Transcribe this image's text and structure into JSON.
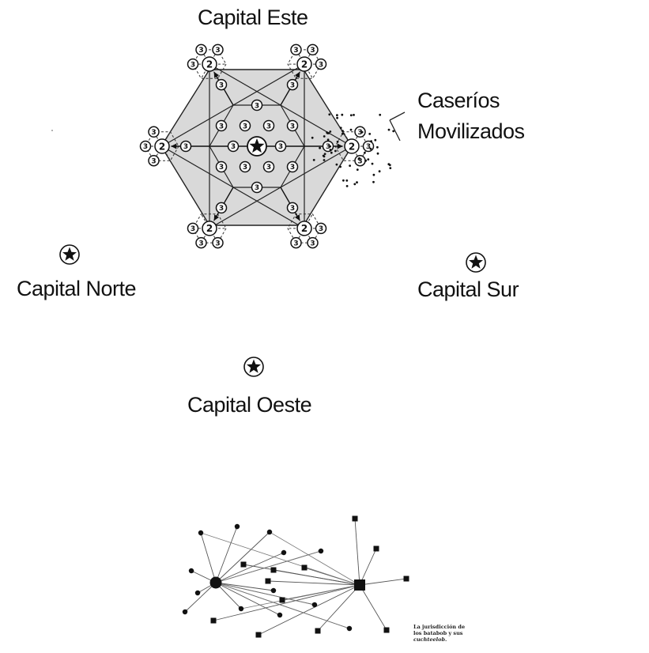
{
  "labels": {
    "capital_este": "Capital Este",
    "caserios_line1": "Caseríos",
    "caserios_line2": "Movilizados",
    "capital_norte": "Capital Norte",
    "capital_sur": "Capital Sur",
    "capital_oeste": "Capital Oeste"
  },
  "node_labels": {
    "level2": "2",
    "level3": "3"
  },
  "network_caption": {
    "line1": "La jurisdicción de",
    "line2": "los batabob y sus",
    "line3": "cuchteelob."
  },
  "colors": {
    "ink": "#111111",
    "hex_fill": "#d9d9d9",
    "dash": "#333333"
  }
}
